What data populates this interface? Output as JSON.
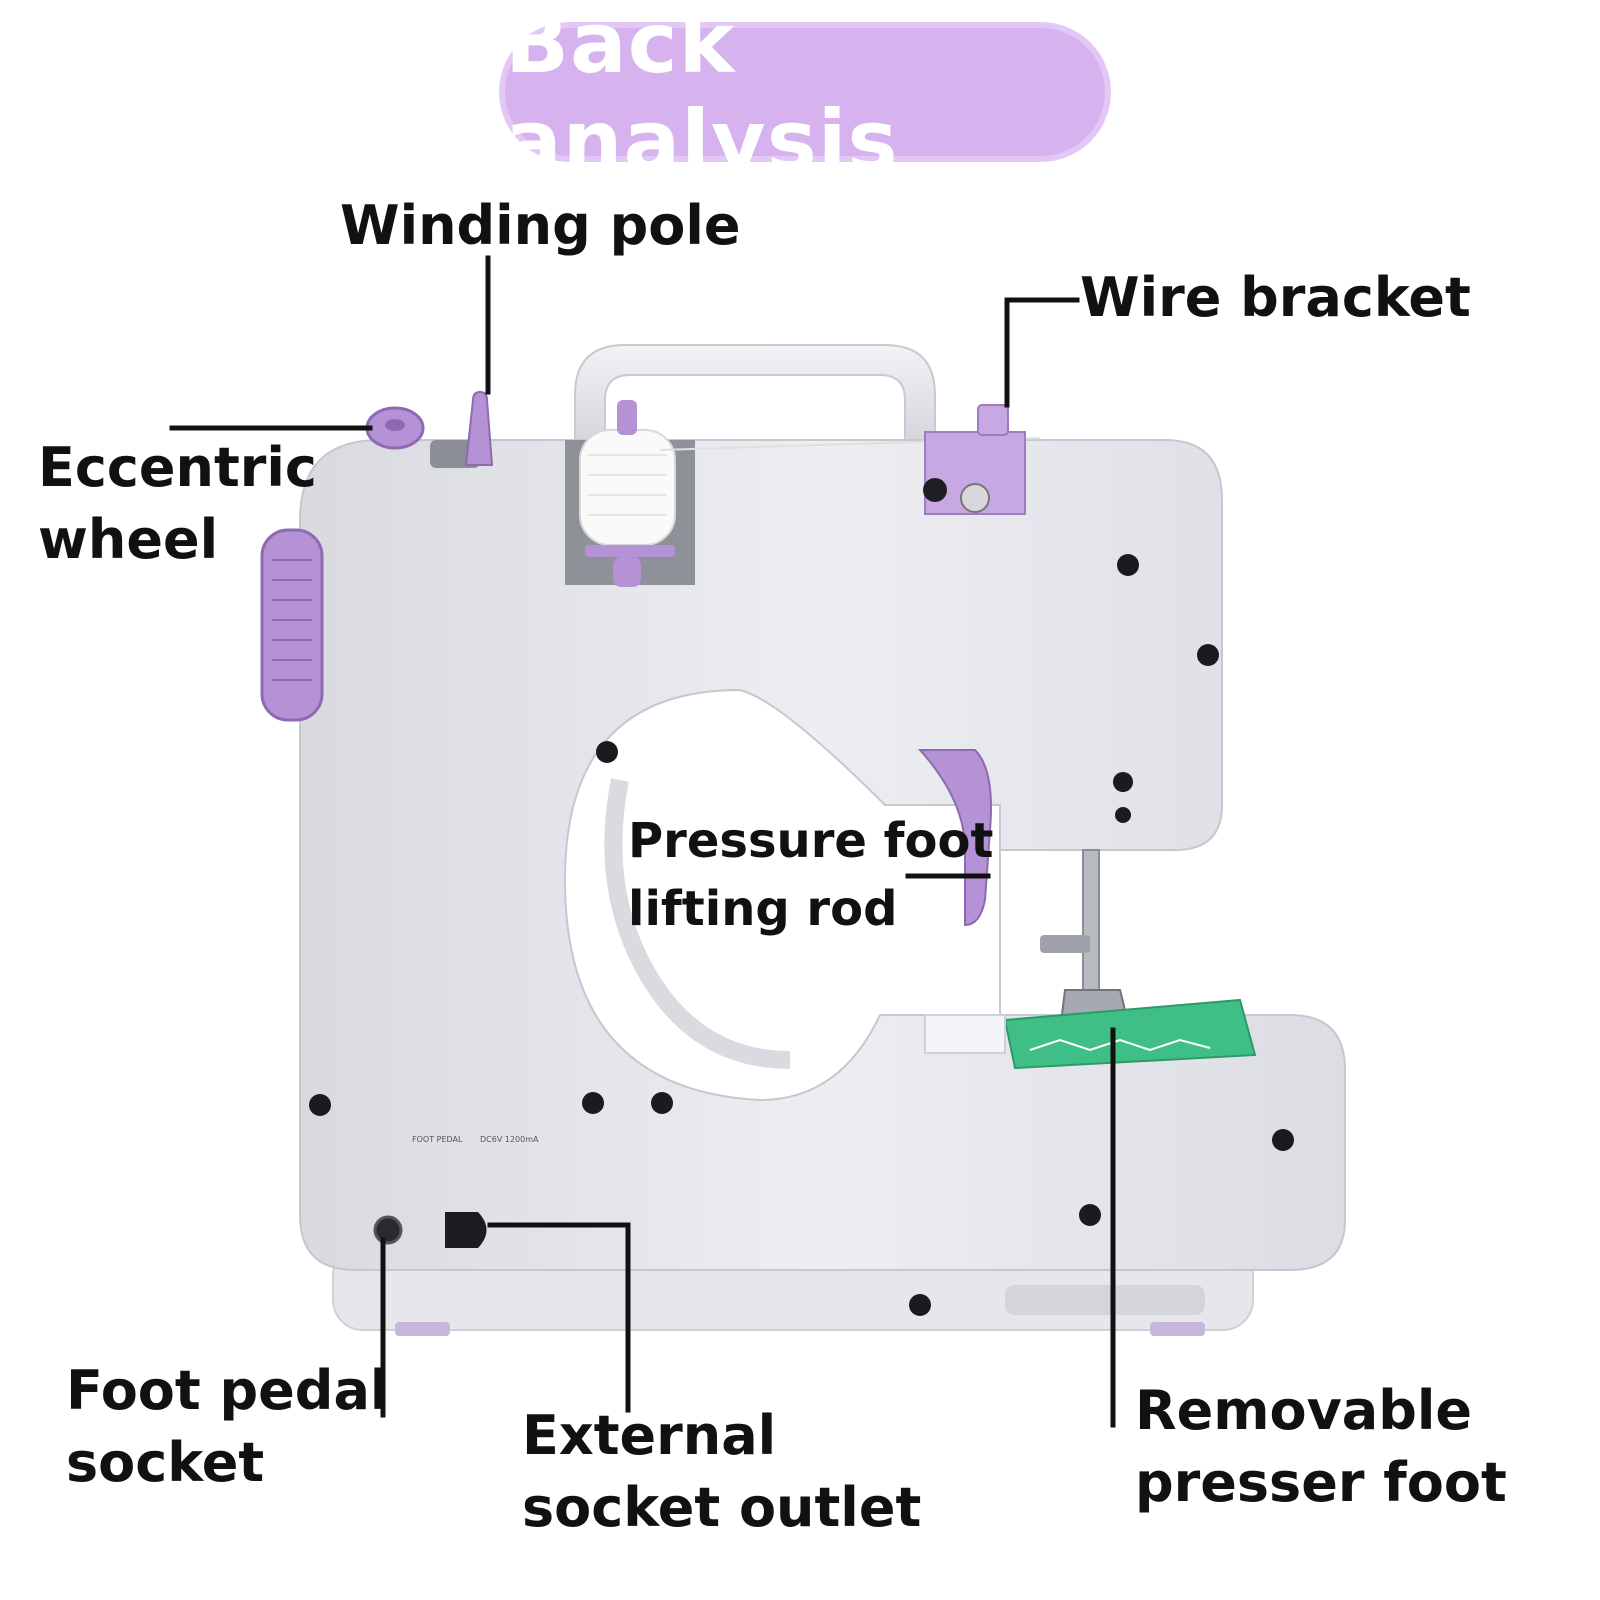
{
  "title": "Back analysis",
  "labels": {
    "winding_pole": "Winding pole",
    "wire_bracket": "Wire bracket",
    "eccentric_wheel": "Eccentric\nwheel",
    "pressure_foot_lifting_rod": "Pressure foot\nlifting rod",
    "foot_pedal_socket": "Foot pedal\nsocket",
    "external_socket_outlet": "External\nsocket outlet",
    "removable_presser_foot": "Removable\npresser foot"
  },
  "panel_print": {
    "foot_pedal": "FOOT PEDAL",
    "dc_rating": "DC6V 1200mA"
  },
  "colors": {
    "title_badge": "#d6b3ef",
    "accent_purple": "#b591d6",
    "body_grey": "#e4e5ea",
    "fabric_green": "#3fbf86"
  }
}
